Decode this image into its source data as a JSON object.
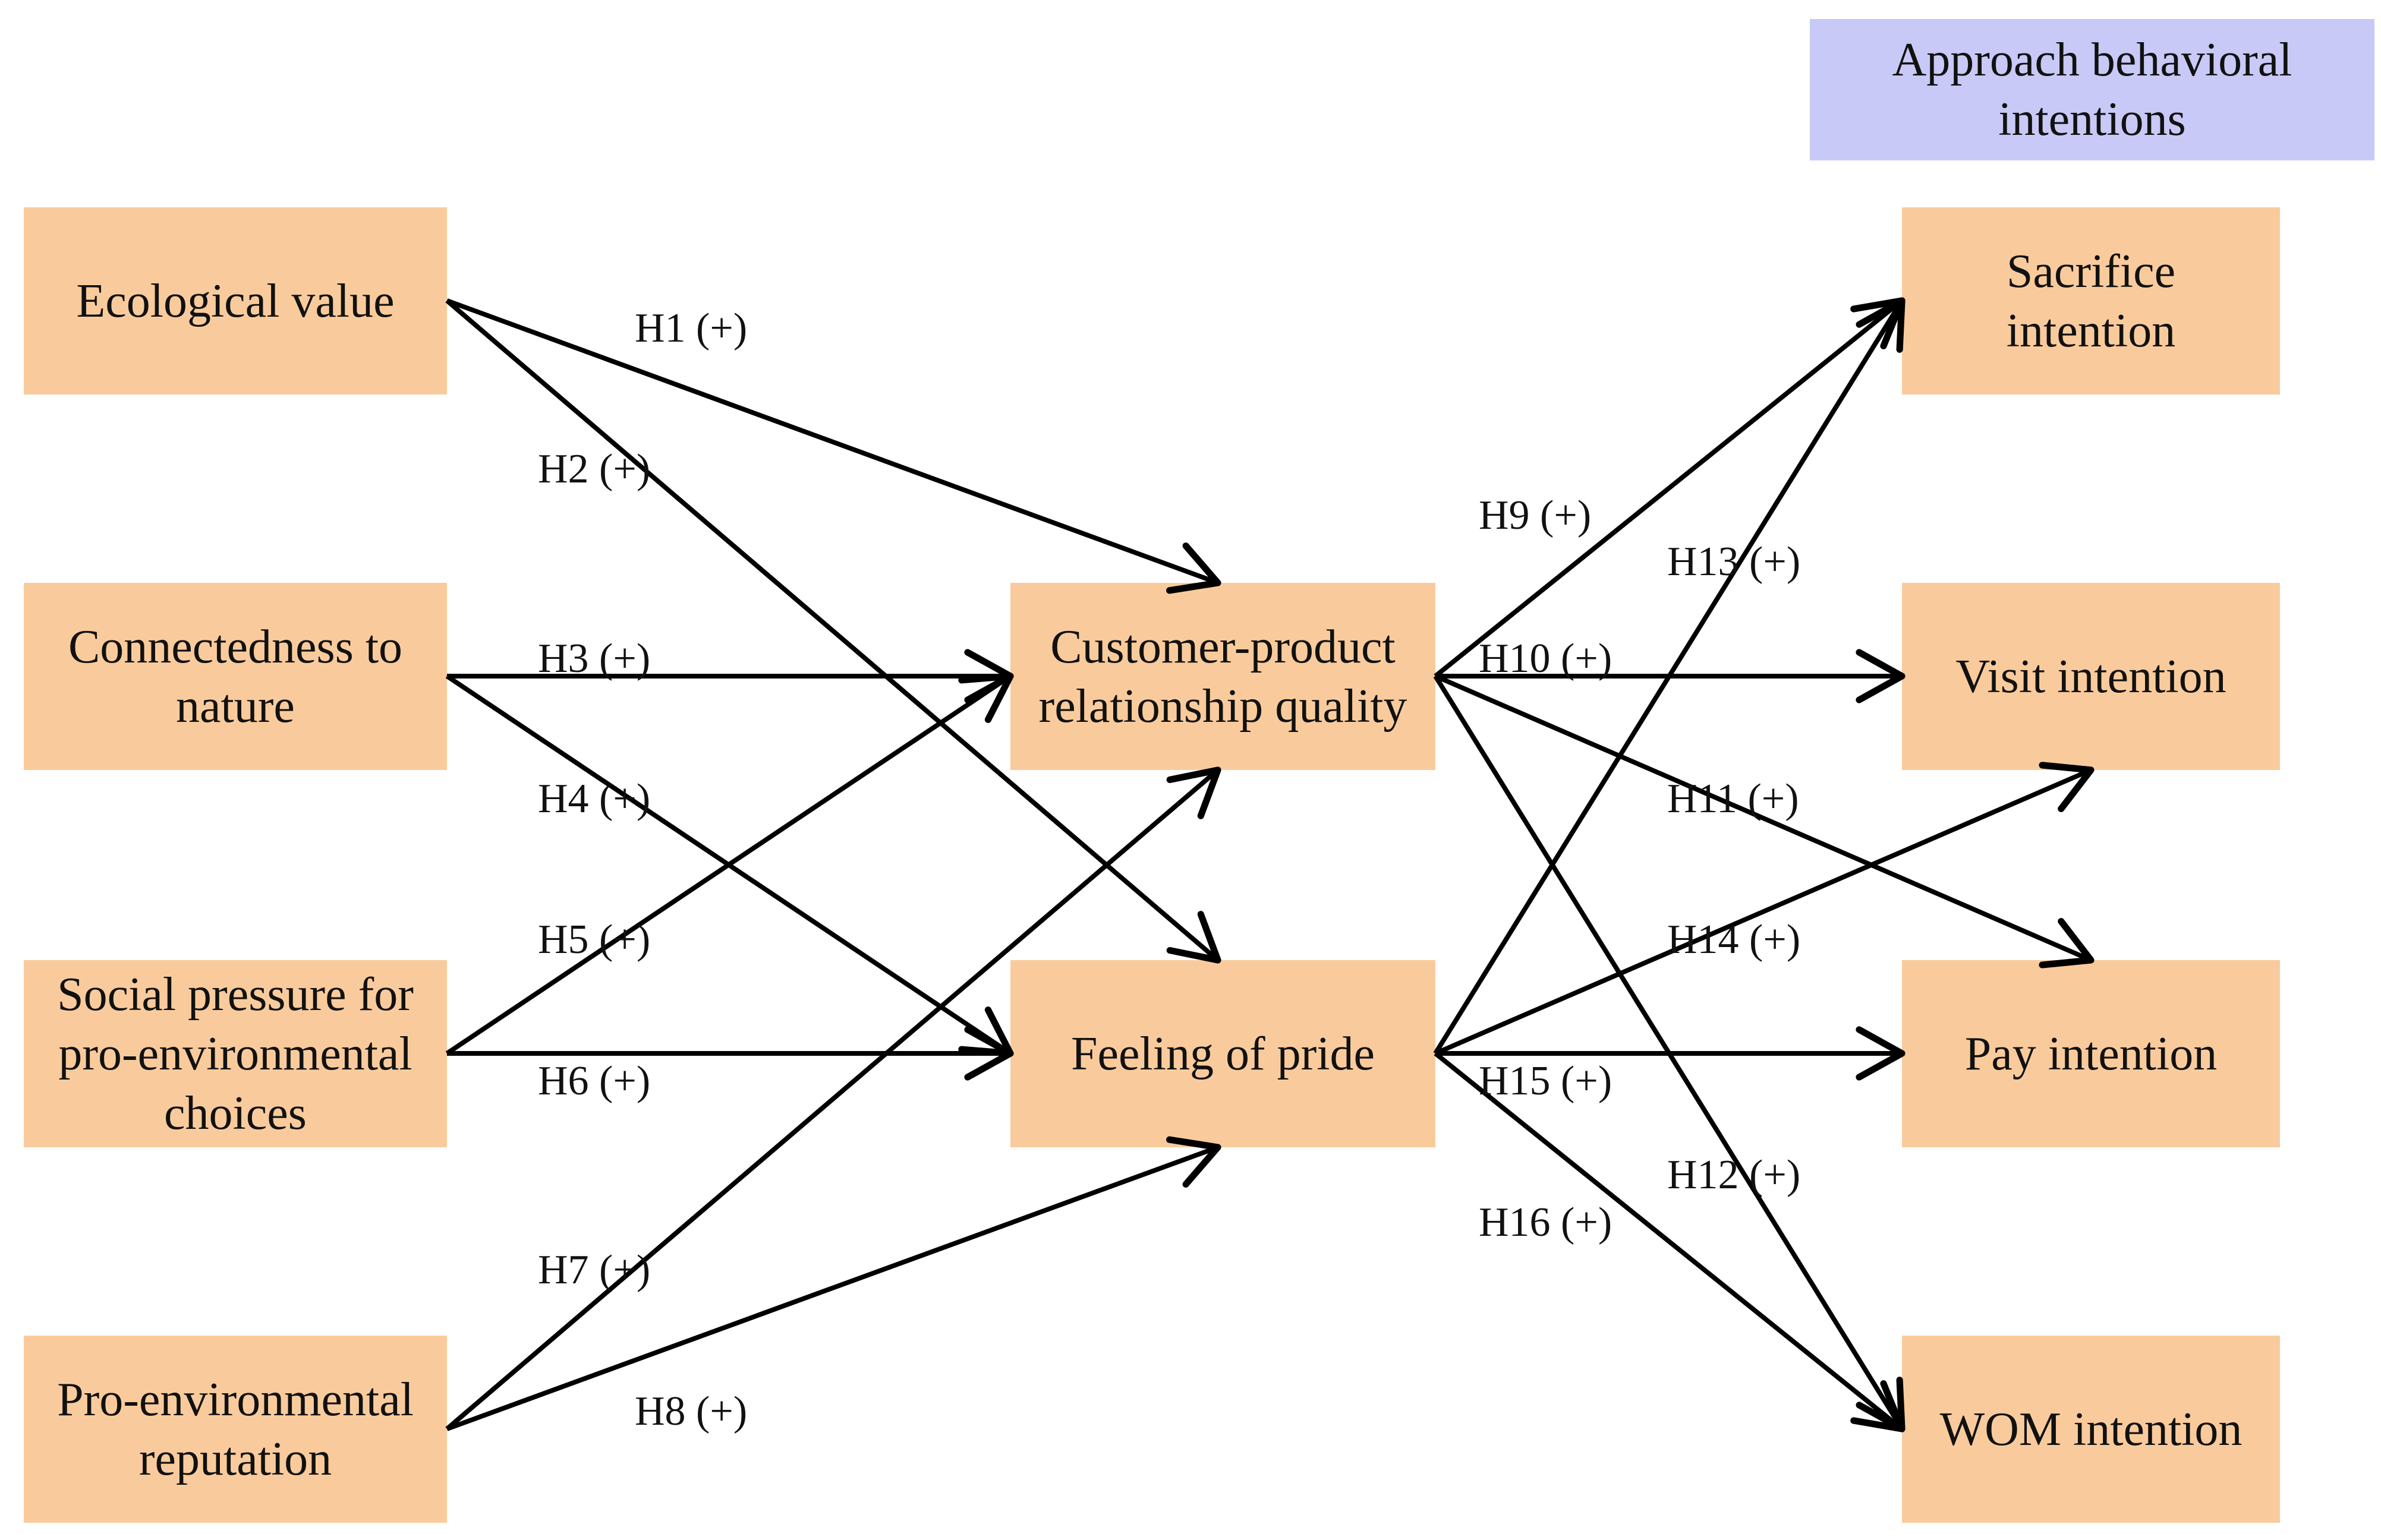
{
  "group_label": "Approach behavioral\nintentions",
  "nodes": {
    "ecological_value": "Ecological value",
    "connectedness_to_nature": "Connectedness to\nnature",
    "social_pressure": "Social pressure for\npro-environmental\nchoices",
    "pro_environmental_reputation": "Pro-environmental\nreputation",
    "customer_product_relationship_quality": "Customer-product\nrelationship quality",
    "feeling_of_pride": "Feeling of pride",
    "sacrifice_intention": "Sacrifice\nintention",
    "visit_intention": "Visit intention",
    "pay_intention": "Pay intention",
    "wom_intention": "WOM intention"
  },
  "hypotheses": [
    {
      "id": "H1",
      "label": "H1  (+)",
      "from": "ecological_value",
      "to": "customer_product_relationship_quality"
    },
    {
      "id": "H2",
      "label": "H2  (+)",
      "from": "ecological_value",
      "to": "feeling_of_pride"
    },
    {
      "id": "H3",
      "label": "H3  (+)",
      "from": "connectedness_to_nature",
      "to": "customer_product_relationship_quality"
    },
    {
      "id": "H4",
      "label": "H4  (+)",
      "from": "connectedness_to_nature",
      "to": "feeling_of_pride"
    },
    {
      "id": "H5",
      "label": "H5  (+)",
      "from": "social_pressure",
      "to": "customer_product_relationship_quality"
    },
    {
      "id": "H6",
      "label": "H6  (+)",
      "from": "social_pressure",
      "to": "feeling_of_pride"
    },
    {
      "id": "H7",
      "label": "H7  (+)",
      "from": "pro_environmental_reputation",
      "to": "customer_product_relationship_quality"
    },
    {
      "id": "H8",
      "label": "H8  (+)",
      "from": "pro_environmental_reputation",
      "to": "feeling_of_pride"
    },
    {
      "id": "H9",
      "label": "H9  (+)",
      "from": "customer_product_relationship_quality",
      "to": "sacrifice_intention"
    },
    {
      "id": "H10",
      "label": "H10  (+)",
      "from": "customer_product_relationship_quality",
      "to": "visit_intention"
    },
    {
      "id": "H11",
      "label": "H11  (+)",
      "from": "customer_product_relationship_quality",
      "to": "pay_intention"
    },
    {
      "id": "H12",
      "label": "H12  (+)",
      "from": "customer_product_relationship_quality",
      "to": "wom_intention"
    },
    {
      "id": "H13",
      "label": "H13  (+)",
      "from": "feeling_of_pride",
      "to": "sacrifice_intention"
    },
    {
      "id": "H14",
      "label": "H14  (+)",
      "from": "feeling_of_pride",
      "to": "visit_intention"
    },
    {
      "id": "H15",
      "label": "H15  (+)",
      "from": "feeling_of_pride",
      "to": "pay_intention"
    },
    {
      "id": "H16",
      "label": "H16  (+)",
      "from": "feeling_of_pride",
      "to": "wom_intention"
    }
  ]
}
